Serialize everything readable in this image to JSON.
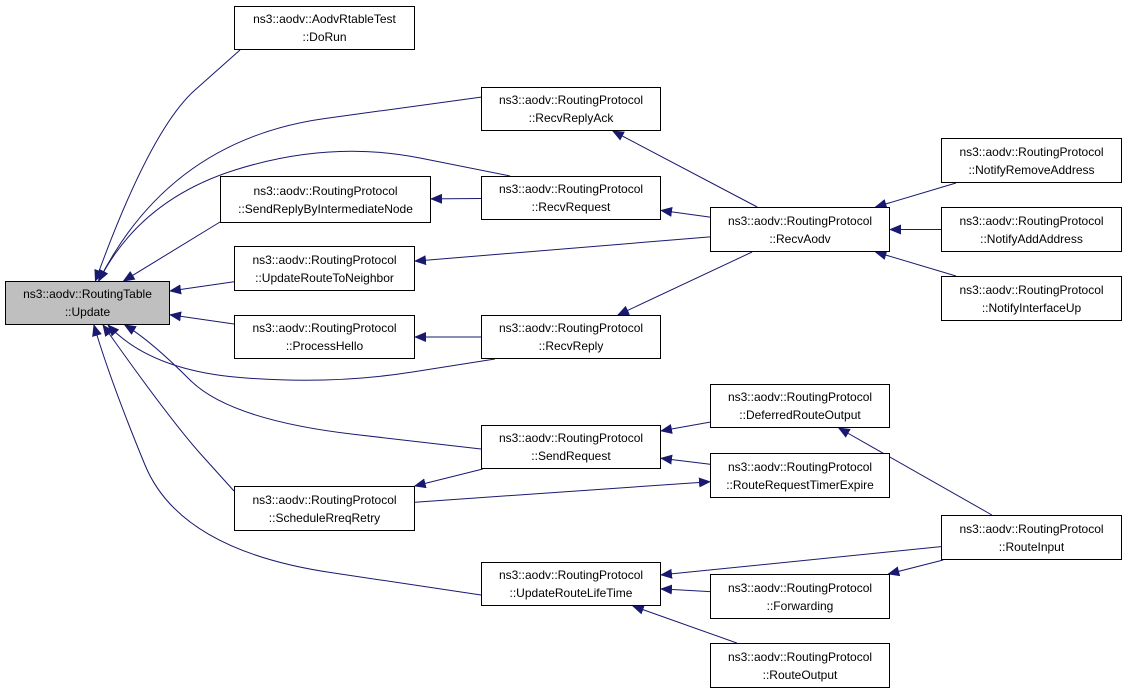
{
  "colors": {
    "edge": "#191970",
    "highlight_fill": "#bfbfbf",
    "node_border": "#000000"
  },
  "nodes": {
    "update": {
      "line1": "ns3::aodv::RoutingTable",
      "line2": "::Update"
    },
    "aodvRtableTest": {
      "line1": "ns3::aodv::AodvRtableTest",
      "line2": "::DoRun"
    },
    "recvReplyAck": {
      "line1": "ns3::aodv::RoutingProtocol",
      "line2": "::RecvReplyAck"
    },
    "sendReplyByIntermediateNode": {
      "line1": "ns3::aodv::RoutingProtocol",
      "line2": "::SendReplyByIntermediateNode"
    },
    "recvRequest": {
      "line1": "ns3::aodv::RoutingProtocol",
      "line2": "::RecvRequest"
    },
    "updateRouteToNeighbor": {
      "line1": "ns3::aodv::RoutingProtocol",
      "line2": "::UpdateRouteToNeighbor"
    },
    "processHello": {
      "line1": "ns3::aodv::RoutingProtocol",
      "line2": "::ProcessHello"
    },
    "recvReply": {
      "line1": "ns3::aodv::RoutingProtocol",
      "line2": "::RecvReply"
    },
    "recvAodv": {
      "line1": "ns3::aodv::RoutingProtocol",
      "line2": "::RecvAodv"
    },
    "notifyRemoveAddress": {
      "line1": "ns3::aodv::RoutingProtocol",
      "line2": "::NotifyRemoveAddress"
    },
    "notifyAddAddress": {
      "line1": "ns3::aodv::RoutingProtocol",
      "line2": "::NotifyAddAddress"
    },
    "notifyInterfaceUp": {
      "line1": "ns3::aodv::RoutingProtocol",
      "line2": "::NotifyInterfaceUp"
    },
    "sendRequest": {
      "line1": "ns3::aodv::RoutingProtocol",
      "line2": "::SendRequest"
    },
    "scheduleRreqRetry": {
      "line1": "ns3::aodv::RoutingProtocol",
      "line2": "::ScheduleRreqRetry"
    },
    "deferredRouteOutput": {
      "line1": "ns3::aodv::RoutingProtocol",
      "line2": "::DeferredRouteOutput"
    },
    "routeRequestTimerExpire": {
      "line1": "ns3::aodv::RoutingProtocol",
      "line2": "::RouteRequestTimerExpire"
    },
    "updateRouteLifeTime": {
      "line1": "ns3::aodv::RoutingProtocol",
      "line2": "::UpdateRouteLifeTime"
    },
    "routeInput": {
      "line1": "ns3::aodv::RoutingProtocol",
      "line2": "::RouteInput"
    },
    "forwarding": {
      "line1": "ns3::aodv::RoutingProtocol",
      "line2": "::Forwarding"
    },
    "routeOutput": {
      "line1": "ns3::aodv::RoutingProtocol",
      "line2": "::RouteOutput"
    }
  },
  "edges": [
    {
      "from": "aodvRtableTest",
      "to": "update"
    },
    {
      "from": "recvReplyAck",
      "to": "update"
    },
    {
      "from": "recvRequest",
      "to": "update"
    },
    {
      "from": "sendReplyByIntermediateNode",
      "to": "update"
    },
    {
      "from": "updateRouteToNeighbor",
      "to": "update"
    },
    {
      "from": "processHello",
      "to": "update"
    },
    {
      "from": "recvReply",
      "to": "update"
    },
    {
      "from": "sendRequest",
      "to": "update"
    },
    {
      "from": "scheduleRreqRetry",
      "to": "update"
    },
    {
      "from": "updateRouteLifeTime",
      "to": "update"
    },
    {
      "from": "recvAodv",
      "to": "recvReplyAck"
    },
    {
      "from": "recvRequest",
      "to": "sendReplyByIntermediateNode"
    },
    {
      "from": "recvAodv",
      "to": "recvRequest"
    },
    {
      "from": "recvAodv",
      "to": "updateRouteToNeighbor"
    },
    {
      "from": "recvAodv",
      "to": "recvReply"
    },
    {
      "from": "recvReply",
      "to": "processHello"
    },
    {
      "from": "notifyRemoveAddress",
      "to": "recvAodv"
    },
    {
      "from": "notifyAddAddress",
      "to": "recvAodv"
    },
    {
      "from": "notifyInterfaceUp",
      "to": "recvAodv"
    },
    {
      "from": "deferredRouteOutput",
      "to": "sendRequest"
    },
    {
      "from": "routeRequestTimerExpire",
      "to": "sendRequest"
    },
    {
      "from": "sendRequest",
      "to": "scheduleRreqRetry"
    },
    {
      "from": "scheduleRreqRetry",
      "to": "routeRequestTimerExpire"
    },
    {
      "from": "routeInput",
      "to": "deferredRouteOutput"
    },
    {
      "from": "routeInput",
      "to": "updateRouteLifeTime"
    },
    {
      "from": "routeInput",
      "to": "forwarding"
    },
    {
      "from": "forwarding",
      "to": "updateRouteLifeTime"
    },
    {
      "from": "routeOutput",
      "to": "updateRouteLifeTime"
    }
  ]
}
